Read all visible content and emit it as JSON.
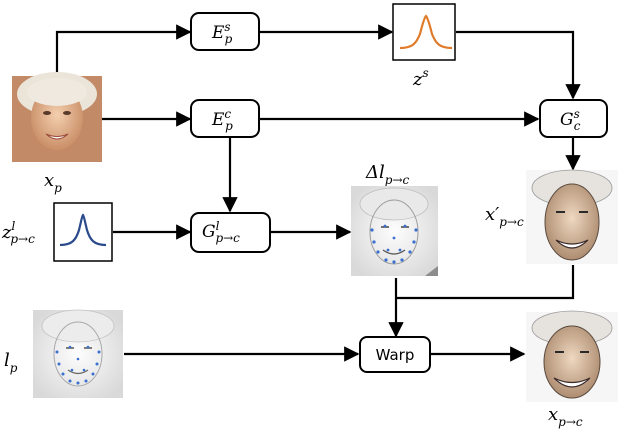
{
  "nodes": {
    "E_p_s": {
      "main": "E",
      "sup": "s",
      "sub": "p"
    },
    "E_p_c": {
      "main": "E",
      "sup": "c",
      "sub": "p"
    },
    "G_c_s": {
      "main": "G",
      "sup": "s",
      "sub": "c"
    },
    "G_l": {
      "main": "G",
      "sup": "l",
      "sub": "p→c"
    },
    "warp": {
      "label": "Warp"
    }
  },
  "labels": {
    "z_s": {
      "main": "z",
      "sup": "s"
    },
    "x_p": {
      "main": "x",
      "sub": "p"
    },
    "z_l": {
      "main": "z",
      "sup": "l",
      "sub": "p→c"
    },
    "delta_l": {
      "main": "Δl",
      "sub": "p→c"
    },
    "x_prime": {
      "main": "x′",
      "sub": "p→c"
    },
    "l_p": {
      "main": "l",
      "sub": "p"
    },
    "x_out": {
      "main": "x",
      "sub": "p→c"
    }
  },
  "distributions": {
    "z_s_curve_color": "#e07b2a",
    "z_l_curve_color": "#2b4a8c"
  },
  "images": {
    "x_p": "portrait-photo",
    "delta_l": "sketch-with-landmark-offsets",
    "x_prime": "caricature-rendering",
    "l_p": "sketch-with-landmarks",
    "x_out": "warped-caricature"
  },
  "colors": {
    "landmark": "#3a6fd0",
    "skin": "#e7b792",
    "hair": "#e9e3d8"
  }
}
